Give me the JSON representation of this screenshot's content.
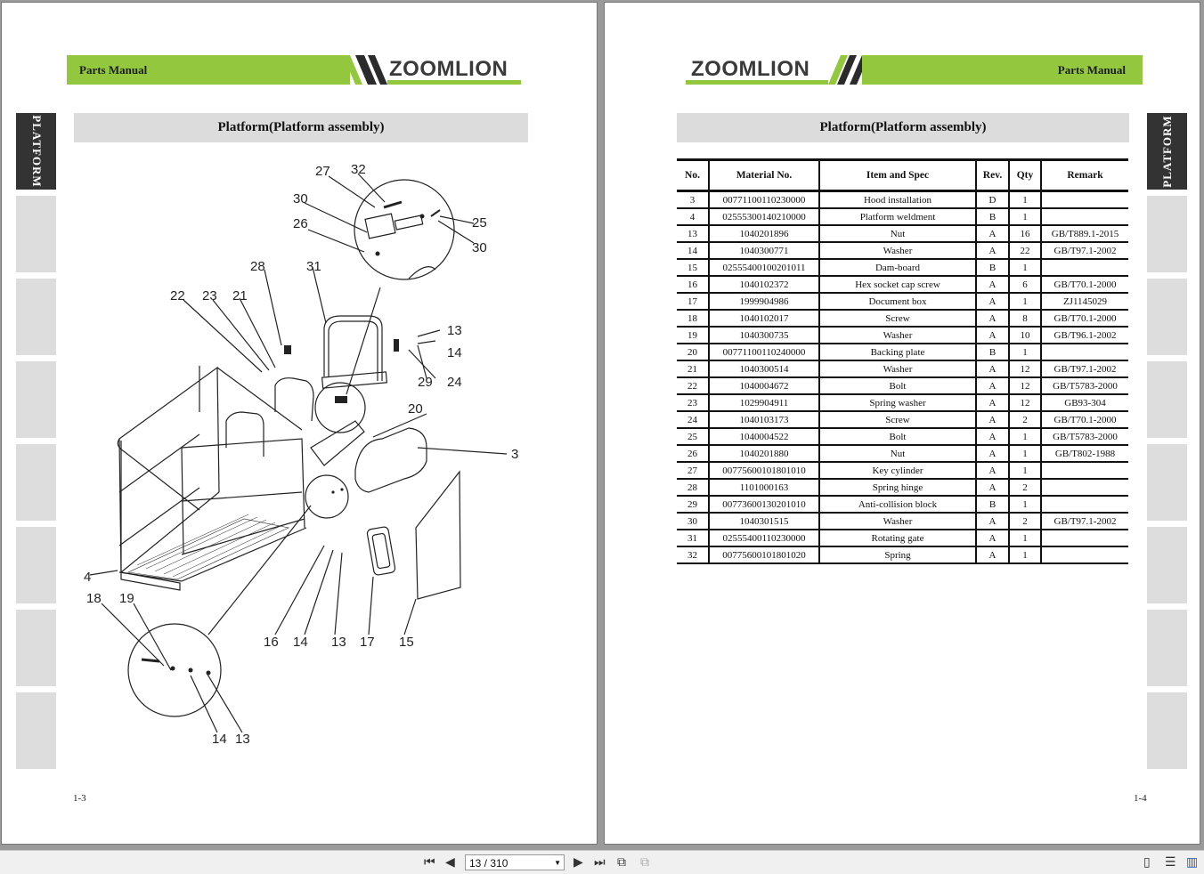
{
  "viewer": {
    "page_display": "13 / 310",
    "icons": [
      "first-page-icon",
      "prev-page-icon",
      "next-page-icon",
      "last-page-icon",
      "fit-page-icon",
      "fit-width-icon",
      "single-page-icon",
      "continuous-icon",
      "two-page-icon"
    ]
  },
  "left_page": {
    "manual_label": "Parts Manual",
    "brand": "ZOOMLION",
    "section_tab": "PLATFORM",
    "title": "Platform(Platform assembly)",
    "page_number": "1-3",
    "callouts": [
      "27",
      "32",
      "30",
      "26",
      "25",
      "30",
      "28",
      "31",
      "22",
      "23",
      "21",
      "13",
      "14",
      "29",
      "24",
      "20",
      "3",
      "4",
      "18",
      "19",
      "16",
      "14",
      "13",
      "17",
      "15",
      "14",
      "13"
    ]
  },
  "right_page": {
    "manual_label": "Parts Manual",
    "brand": "ZOOMLION",
    "section_tab": "PLATFORM",
    "title": "Platform(Platform assembly)",
    "page_number": "1-4",
    "table": {
      "headers": [
        "No.",
        "Material No.",
        "Item and Spec",
        "Rev.",
        "Qty",
        "Remark"
      ],
      "rows": [
        [
          "3",
          "00771100110230000",
          "Hood installation",
          "D",
          "1",
          ""
        ],
        [
          "4",
          "02555300140210000",
          "Platform weldment",
          "B",
          "1",
          ""
        ],
        [
          "13",
          "1040201896",
          "Nut",
          "A",
          "16",
          "GB/T889.1-2015"
        ],
        [
          "14",
          "1040300771",
          "Washer",
          "A",
          "22",
          "GB/T97.1-2002"
        ],
        [
          "15",
          "02555400100201011",
          "Dam-board",
          "B",
          "1",
          ""
        ],
        [
          "16",
          "1040102372",
          "Hex socket cap screw",
          "A",
          "6",
          "GB/T70.1-2000"
        ],
        [
          "17",
          "1999904986",
          "Document box",
          "A",
          "1",
          "ZJ1145029"
        ],
        [
          "18",
          "1040102017",
          "Screw",
          "A",
          "8",
          "GB/T70.1-2000"
        ],
        [
          "19",
          "1040300735",
          "Washer",
          "A",
          "10",
          "GB/T96.1-2002"
        ],
        [
          "20",
          "00771100110240000",
          "Backing plate",
          "B",
          "1",
          ""
        ],
        [
          "21",
          "1040300514",
          "Washer",
          "A",
          "12",
          "GB/T97.1-2002"
        ],
        [
          "22",
          "1040004672",
          "Bolt",
          "A",
          "12",
          "GB/T5783-2000"
        ],
        [
          "23",
          "1029904911",
          "Spring washer",
          "A",
          "12",
          "GB93-304"
        ],
        [
          "24",
          "1040103173",
          "Screw",
          "A",
          "2",
          "GB/T70.1-2000"
        ],
        [
          "25",
          "1040004522",
          "Bolt",
          "A",
          "1",
          "GB/T5783-2000"
        ],
        [
          "26",
          "1040201880",
          "Nut",
          "A",
          "1",
          "GB/T802-1988"
        ],
        [
          "27",
          "00775600101801010",
          "Key cylinder",
          "A",
          "1",
          ""
        ],
        [
          "28",
          "1101000163",
          "Spring hinge",
          "A",
          "2",
          ""
        ],
        [
          "29",
          "00773600130201010",
          "Anti-collision block",
          "B",
          "1",
          ""
        ],
        [
          "30",
          "1040301515",
          "Washer",
          "A",
          "2",
          "GB/T97.1-2002"
        ],
        [
          "31",
          "02555400110230000",
          "Rotating gate",
          "A",
          "1",
          ""
        ],
        [
          "32",
          "00775600101801020",
          "Spring",
          "A",
          "1",
          ""
        ]
      ]
    }
  }
}
